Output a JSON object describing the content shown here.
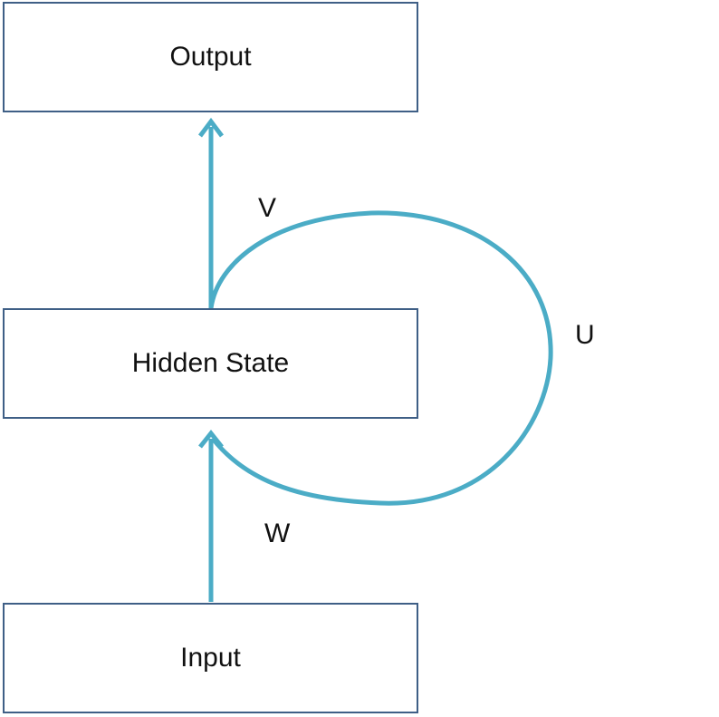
{
  "nodes": {
    "output": "Output",
    "hidden": "Hidden State",
    "input": "Input"
  },
  "edges": {
    "hidden_to_output": "V",
    "recurrent": "U",
    "input_to_hidden": "W"
  },
  "colors": {
    "arrow": "#4bacc6",
    "box_border": "#3f5f86"
  }
}
